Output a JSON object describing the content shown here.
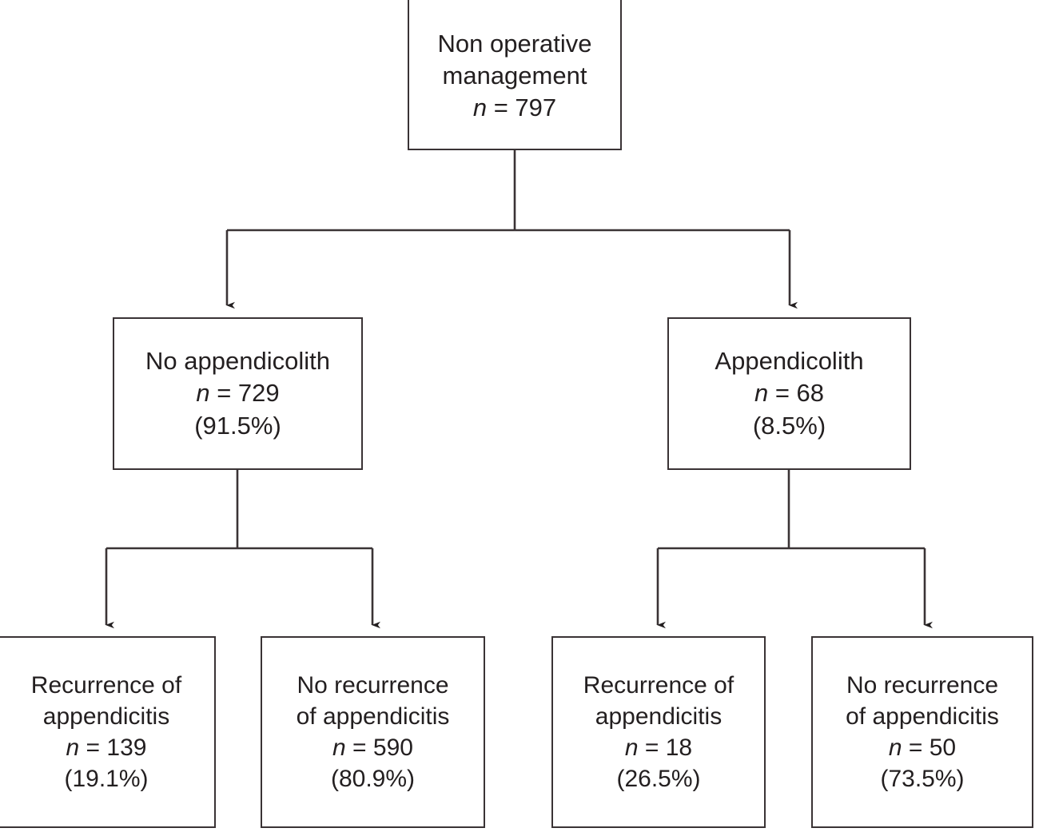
{
  "diagram": {
    "type": "flowchart",
    "orientation": "top-down",
    "line_color": "#3a3335",
    "text_color": "#231f20",
    "background": "#ffffff",
    "nodes": {
      "root": {
        "line1": "Non operative",
        "line2": "management",
        "n_symbol": "n",
        "n_equals": " = 797"
      },
      "no_appendicolith": {
        "line1": "No appendicolith",
        "n_symbol": "n",
        "n_equals": " = 729",
        "percent": "(91.5%)"
      },
      "appendicolith": {
        "line1": "Appendicolith",
        "n_symbol": "n",
        "n_equals": " = 68",
        "percent": "(8.5%)"
      },
      "leaf_1": {
        "line1": "Recurrence of",
        "line2": "appendicitis",
        "n_symbol": "n",
        "n_equals": " = 139",
        "percent": "(19.1%)"
      },
      "leaf_2": {
        "line1": "No recurrence",
        "line2": "of appendicitis",
        "n_symbol": "n",
        "n_equals": " = 590",
        "percent": "(80.9%)"
      },
      "leaf_3": {
        "line1": "Recurrence of",
        "line2": "appendicitis",
        "n_symbol": "n",
        "n_equals": " = 18",
        "percent": "(26.5%)"
      },
      "leaf_4": {
        "line1": "No recurrence",
        "line2": "of appendicitis",
        "n_symbol": "n",
        "n_equals": " = 50",
        "percent": "(73.5%)"
      }
    }
  }
}
